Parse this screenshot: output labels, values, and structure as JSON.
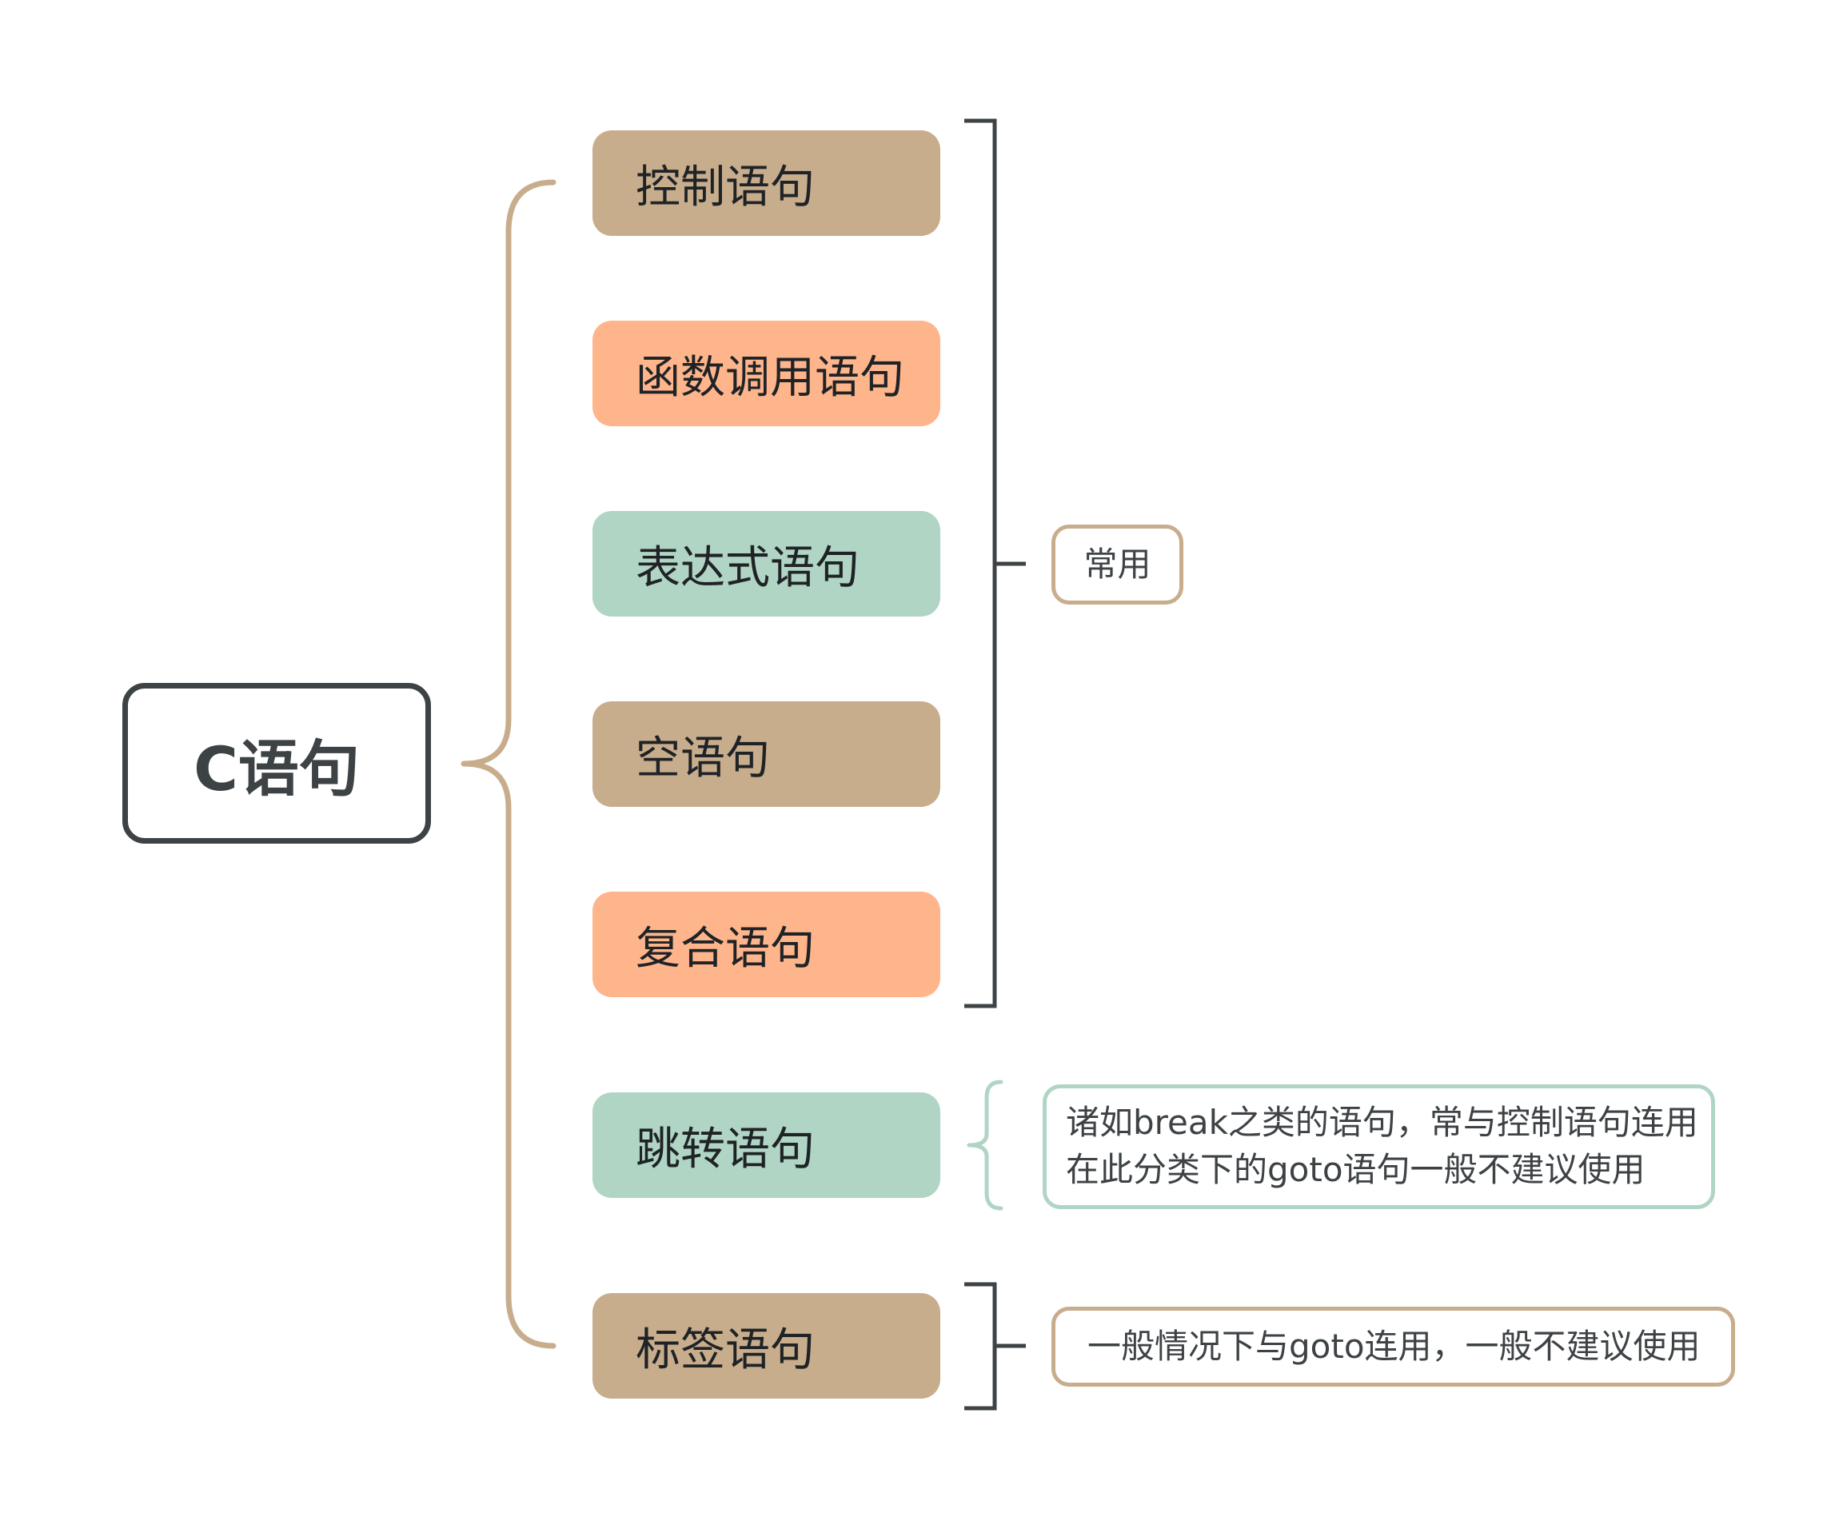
{
  "root": {
    "label": "C语句"
  },
  "topics": [
    {
      "label": "控制语句",
      "color": "tan"
    },
    {
      "label": "函数调用语句",
      "color": "peach"
    },
    {
      "label": "表达式语句",
      "color": "mint"
    },
    {
      "label": "空语句",
      "color": "tan"
    },
    {
      "label": "复合语句",
      "color": "peach"
    },
    {
      "label": "跳转语句",
      "color": "mint"
    },
    {
      "label": "标签语句",
      "color": "tan"
    }
  ],
  "notes": {
    "common": "常用",
    "jump_line1": "诸如break之类的语句，常与控制语句连用",
    "jump_line2": "在此分类下的goto语句一般不建议使用",
    "label": "一般情况下与goto连用，一般不建议使用"
  },
  "colors": {
    "tan": "#c8ad8d",
    "peach": "#ffb58c",
    "mint": "#b0d5c4",
    "dark": "#3d4245"
  }
}
